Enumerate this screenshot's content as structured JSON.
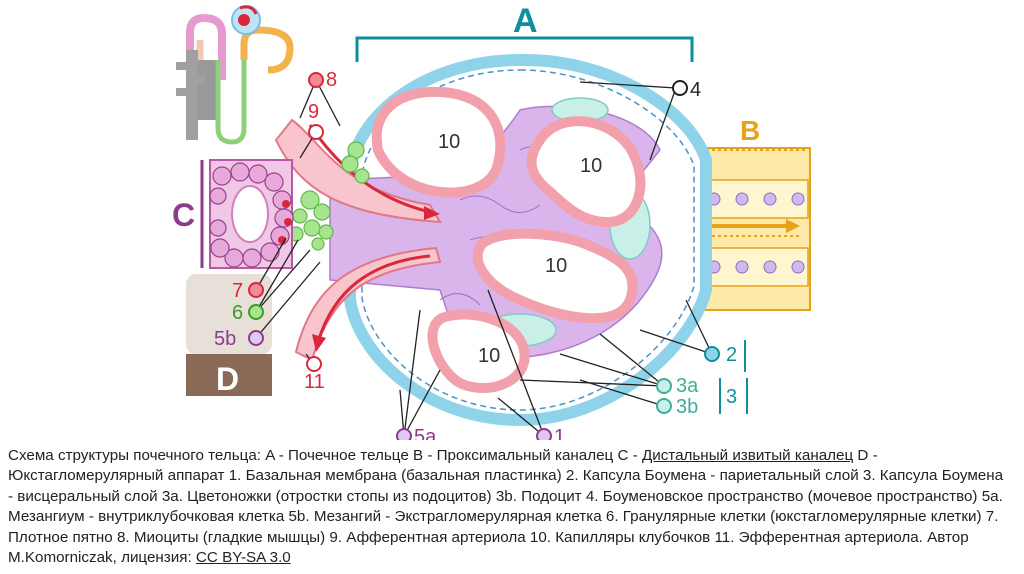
{
  "diagram": {
    "section_labels": {
      "A": "A",
      "B": "B",
      "C": "C",
      "D": "D"
    },
    "numbers": {
      "n1": "1",
      "n2": "2",
      "n3": "3",
      "n3a": "3a",
      "n3b": "3b",
      "n4": "4",
      "n5a": "5a",
      "n5b": "5b",
      "n6": "6",
      "n7": "7",
      "n8": "8",
      "n9": "9",
      "n11": "11",
      "c10a": "10",
      "c10b": "10",
      "c10c": "10",
      "c10d": "10"
    },
    "colors": {
      "capsule": "#8fd3ea",
      "bowman_space": "#ffffff",
      "mesangium": "#cfa6e6",
      "capillary_wall": "#f4c4d0",
      "proximal_tubule": "#fde9a8",
      "distal_tubule": "#e59ad0",
      "juxtaglomerular": "#8fdc7c",
      "arteriole": "#f2a0ac",
      "label_red": "#d9283c",
      "label_purple": "#8d3b8b",
      "label_teal": "#0f8e9c",
      "label_A": "#0f8e9c",
      "label_B": "#e7a21b"
    }
  },
  "caption": {
    "part1": "Схема структуры почечного тельца: A - Почечное тельце B - Проксимальный каналец C - ",
    "link_text": "Дистальный извитый каналец",
    "part2": " D - Юкстагломерулярный аппарат 1. Базальная мембрана (базальная пластинка) 2. Капсула Боумена - париетальный слой 3. Капсула Боумена - висцеральный слой 3a. Цветоножки (отростки стопы из подоцитов) 3b. Подоцит 4. Боуменовское пространство (мочевое пространство) 5a. Мезангиум - внутриклубочковая клетка 5b. Мезангий - Экстрагломерулярная клетка 6. Гранулярные клетки (юкстагломерулярные клетки) 7. Плотное пятно 8. Миоциты (гладкие мышцы) 9. Афферентная артериола 10. Капилляры клубочков 11. Эфферентная артериола. Автор M.Komorniczak, лицензия: ",
    "license": "CC BY-SA 3.0"
  }
}
